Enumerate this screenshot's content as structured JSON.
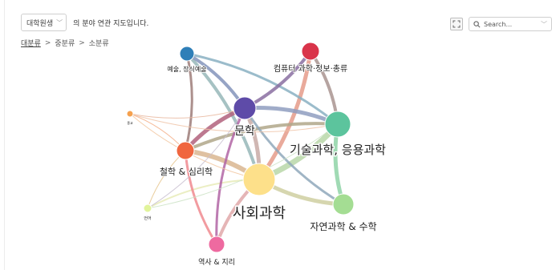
{
  "toolbar": {
    "level_select": "대학원생",
    "intro_text": "의 분야 연관 지도입니다."
  },
  "search": {
    "placeholder": "Search..."
  },
  "breadcrumb": {
    "level1": "대분류",
    "level2": "중분류",
    "level3": "소분류"
  },
  "graph": {
    "nodes": [
      {
        "id": "arts",
        "label": "예술, 장식예술",
        "color": "#2f7fb8"
      },
      {
        "id": "computer",
        "label": "컴퓨터 과학·정보·총류",
        "color": "#d9344a"
      },
      {
        "id": "literature",
        "label": "문학",
        "color": "#5e4ba8"
      },
      {
        "id": "tech",
        "label": "기술과학, 응용과학",
        "color": "#5cc49d"
      },
      {
        "id": "religion",
        "label": "종교",
        "color": "#f5a14e"
      },
      {
        "id": "philosophy",
        "label": "철학 & 심리학",
        "color": "#f0663f"
      },
      {
        "id": "social",
        "label": "사회과학",
        "color": "#fde08a"
      },
      {
        "id": "language",
        "label": "언어",
        "color": "#e1f49b"
      },
      {
        "id": "natural",
        "label": "자연과학 & 수학",
        "color": "#a4dd93"
      },
      {
        "id": "history",
        "label": "역사 & 지리",
        "color": "#ee6aa0"
      }
    ]
  }
}
